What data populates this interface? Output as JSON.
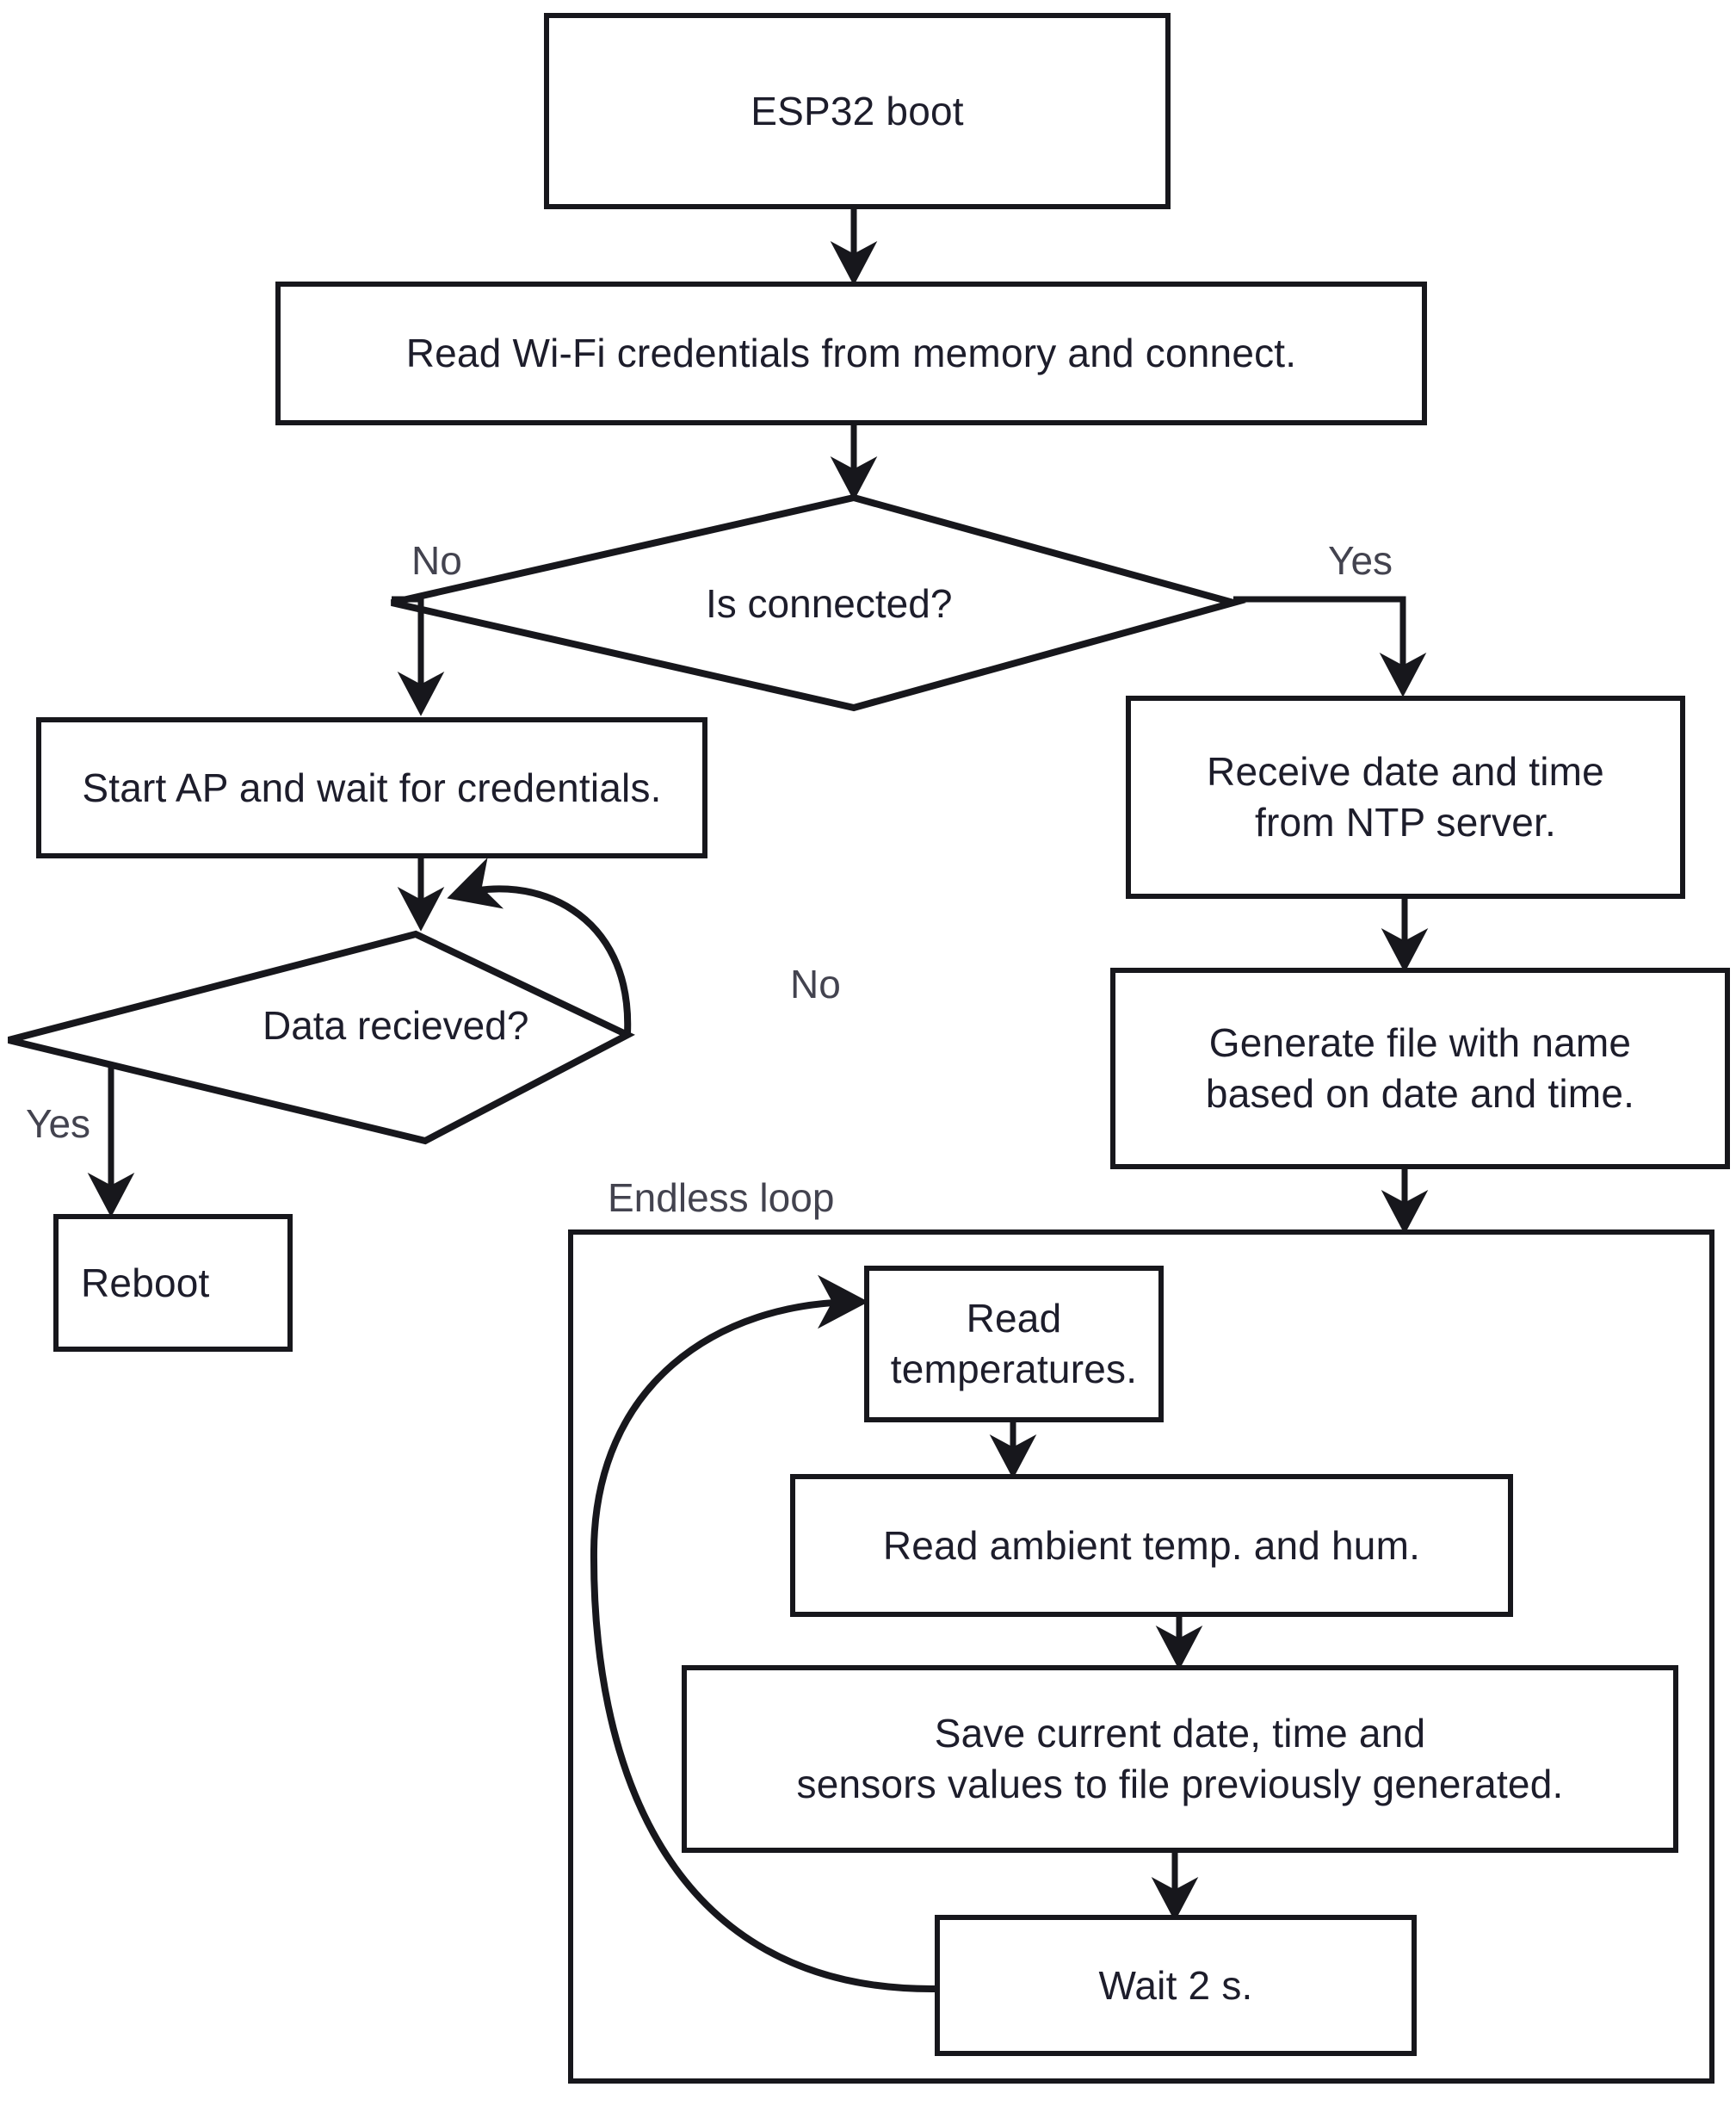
{
  "diagram": {
    "title": "ESP32 data logger firmware flowchart",
    "type": "flowchart",
    "colors": {
      "stroke": "#17171c",
      "node_fill": "#ffffff",
      "node_text": "#1d1d2b",
      "edge_label_text": "#43434f",
      "background": "#ffffff"
    },
    "nodes": [
      {
        "id": "esp32_boot",
        "shape": "process",
        "text": "ESP32 boot"
      },
      {
        "id": "read_wifi",
        "shape": "process",
        "text": "Read Wi-Fi credentials from memory and connect."
      },
      {
        "id": "is_connected",
        "shape": "decision",
        "text": "Is connected?"
      },
      {
        "id": "start_ap",
        "shape": "process",
        "text": "Start AP and wait for credentials."
      },
      {
        "id": "data_received",
        "shape": "decision",
        "text": "Data recieved?"
      },
      {
        "id": "reboot",
        "shape": "process",
        "text": "Reboot"
      },
      {
        "id": "receive_ntp",
        "shape": "process",
        "text_line1": "Receive date and time",
        "text_line2": "from NTP server."
      },
      {
        "id": "generate_file",
        "shape": "process",
        "text_line1": "Generate file with name",
        "text_line2": "based on date and time."
      },
      {
        "id": "read_temps",
        "shape": "process",
        "text": "Read temperatures."
      },
      {
        "id": "read_ambient",
        "shape": "process",
        "text": "Read ambient temp. and hum."
      },
      {
        "id": "save_values",
        "shape": "process",
        "text_line1": "Save current date, time and",
        "text_line2": "sensors values to file previously generated."
      },
      {
        "id": "wait_2s",
        "shape": "process",
        "text": "Wait 2 s."
      }
    ],
    "containers": [
      {
        "id": "endless_loop",
        "label": "Endless loop"
      }
    ],
    "edge_labels": {
      "is_connected_no": "No",
      "is_connected_yes": "Yes",
      "data_received_no": "No",
      "data_received_yes": "Yes"
    }
  }
}
